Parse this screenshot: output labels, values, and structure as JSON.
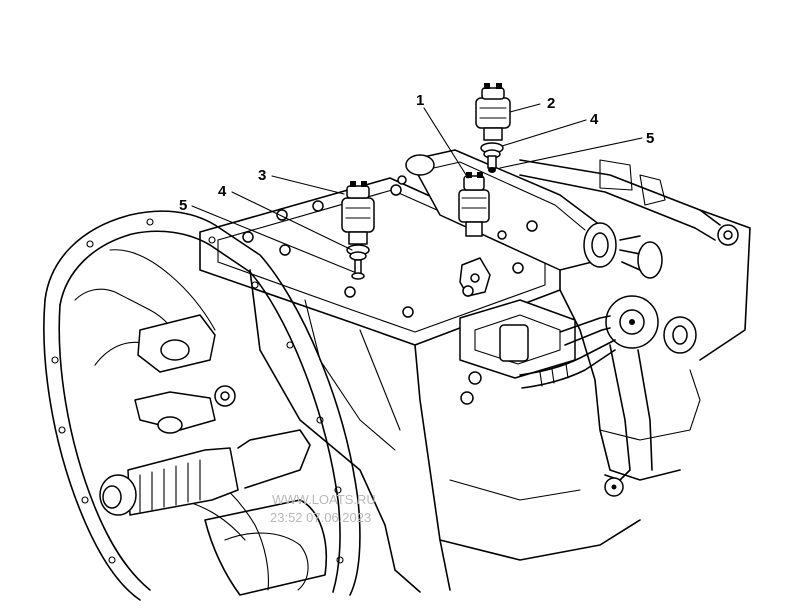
{
  "callouts": {
    "c1": "1",
    "c2": "2",
    "c3": "3",
    "c4a": "4",
    "c4b": "4",
    "c5a": "5",
    "c5b": "5"
  },
  "watermark": {
    "site": "WWW.LOATS.RU",
    "stamp": "23:52 07.06.2023"
  }
}
